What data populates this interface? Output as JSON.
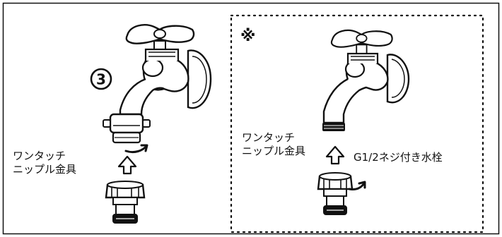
{
  "step_number": "3",
  "alt_marker": "※",
  "left_panel": {
    "label_line1": "ワンタッチ",
    "label_line2": "ニップル金具"
  },
  "right_panel": {
    "label_line1": "ワンタッチ",
    "label_line2": "ニップル金具",
    "faucet_label": "G1/2ネジ付き水栓"
  },
  "arrow_glyph": "⇧"
}
